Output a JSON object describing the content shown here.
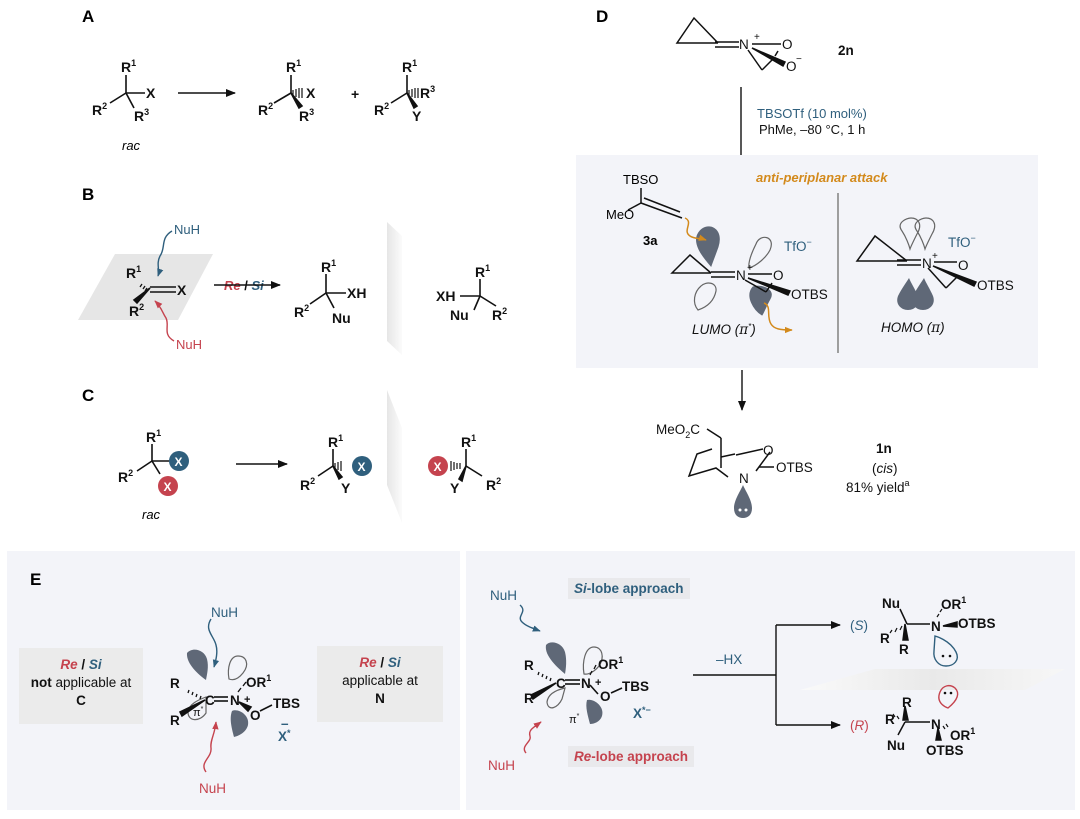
{
  "colors": {
    "blue": "#2f5f7d",
    "red": "#c5434e",
    "orange": "#d38a1c",
    "lobe_fill": "#5f6877",
    "panel_bg": "#f3f4f9"
  },
  "panel_a": {
    "label": "A",
    "substrate": {
      "r1": "R",
      "r1_sup": "1",
      "r2": "R",
      "r2_sup": "2",
      "r3": "R",
      "r3_sup": "3",
      "x": "X",
      "note": "rac"
    },
    "product1": {
      "r1": "R",
      "r1_sup": "1",
      "r2": "R",
      "r2_sup": "2",
      "r3": "R",
      "r3_sup": "3",
      "x": "X"
    },
    "plus": "+",
    "product2": {
      "r1": "R",
      "r1_sup": "1",
      "r2": "R",
      "r2_sup": "2",
      "r3": "R",
      "r3_sup": "3",
      "y": "Y"
    }
  },
  "panel_b": {
    "label": "B",
    "nuh_top": "NuH",
    "nuh_bottom": "NuH",
    "substrate": {
      "r1": "R",
      "r1_sup": "1",
      "r2": "R",
      "r2_sup": "2",
      "x": "X"
    },
    "arrow_label": {
      "re": "Re",
      "sep": " / ",
      "si": "Si"
    },
    "product1": {
      "r1": "R",
      "r1_sup": "1",
      "r2": "R",
      "r2_sup": "2",
      "xh": "XH",
      "nu": "Nu"
    },
    "product2": {
      "r1": "R",
      "r1_sup": "1",
      "r2": "R",
      "r2_sup": "2",
      "xh": "XH",
      "nu": "Nu"
    }
  },
  "panel_c": {
    "label": "C",
    "substrate": {
      "r1": "R",
      "r1_sup": "1",
      "r2": "R",
      "r2_sup": "2",
      "x_blue": "X",
      "x_red": "X",
      "note": "rac"
    },
    "product1": {
      "r1": "R",
      "r1_sup": "1",
      "r2": "R",
      "r2_sup": "2",
      "x_blue": "X",
      "y": "Y"
    },
    "product2": {
      "r1": "R",
      "r1_sup": "1",
      "r2": "R",
      "r2_sup": "2",
      "x_red": "X",
      "y": "Y"
    }
  },
  "panel_d": {
    "label": "D",
    "start_compound": {
      "n": "N",
      "n_charge": "+",
      "o1": "O",
      "o2": "O",
      "o2_charge": "−",
      "id": "2n"
    },
    "conditions": {
      "reagent": "TBSOTf (10 mol%)",
      "solvent": "PhMe, –80 °C, 1 h"
    },
    "box": {
      "title": "anti-periplanar attack",
      "nucleophile": {
        "tbso": "TBSO",
        "meo": "MeO",
        "id": "3a"
      },
      "lumo": {
        "n": "N",
        "n_charge": "+",
        "o": "O",
        "otbs": "OTBS",
        "counterion": "TfO",
        "counterion_charge": "−",
        "caption_main": "LUMO (",
        "caption_pi": "π",
        "caption_sup": "*",
        "caption_end": ")"
      },
      "homo": {
        "n": "N",
        "n_charge": "+",
        "o": "O",
        "otbs": "OTBS",
        "counterion": "TfO",
        "counterion_charge": "−",
        "caption_main": "HOMO (",
        "caption_pi": "π",
        "caption_end": ")"
      }
    },
    "product": {
      "meo2c": "MeO",
      "meo2c_sub": "2",
      "meo2c_end": "C",
      "o": "O",
      "n": "N",
      "otbs": "OTBS",
      "id": "1n",
      "stereo": "cis",
      "yield": "81% yield",
      "yield_sup": "a"
    }
  },
  "panel_e": {
    "label": "E",
    "left_box": {
      "re": "Re",
      "sep": " / ",
      "si": "Si",
      "line2_bold": "not",
      "line2_rest": " applicable at",
      "line3": "C"
    },
    "right_box": {
      "re": "Re",
      "sep": " / ",
      "si": "Si",
      "line2": "applicable at",
      "line3": "N"
    },
    "center_structure": {
      "r_top": "R",
      "r_bottom": "R",
      "c": "C",
      "n": "N",
      "n_charge": "+",
      "or1": "OR",
      "or1_sup": "1",
      "o": "O",
      "tbs": "TBS",
      "pi": "π",
      "pi_sup": "*",
      "x_charge": "–",
      "x": "X",
      "x_sup": "*",
      "nuh_top": "NuH",
      "nuh_bottom": "NuH"
    },
    "right_panel": {
      "si_tag": {
        "si": "Si",
        "rest": "-lobe approach"
      },
      "re_tag": {
        "re": "Re",
        "rest": "-lobe approach"
      },
      "nuh_top": "NuH",
      "nuh_bottom": "NuH",
      "structure": {
        "r_top": "R",
        "r_bottom": "R",
        "c": "C",
        "n": "N",
        "n_charge": "+",
        "or1": "OR",
        "or1_sup": "1",
        "o": "O",
        "tbs": "TBS",
        "pi": "π",
        "pi_sup": "*",
        "x": "X",
        "x_sup": "*−"
      },
      "elimination": "–HX",
      "product_s": {
        "tag_open": "(",
        "tag": "S",
        "tag_close": ")",
        "nu": "Nu",
        "r1": "R",
        "r2": "R",
        "n": "N",
        "or1": "OR",
        "or1_sup": "1",
        "otbs": "OTBS"
      },
      "product_r": {
        "tag_open": "(",
        "tag": "R",
        "tag_close": ")",
        "nu": "Nu",
        "r1": "R",
        "r2": "R",
        "n": "N",
        "or1": "OR",
        "or1_sup": "1",
        "otbs": "OTBS"
      }
    }
  }
}
